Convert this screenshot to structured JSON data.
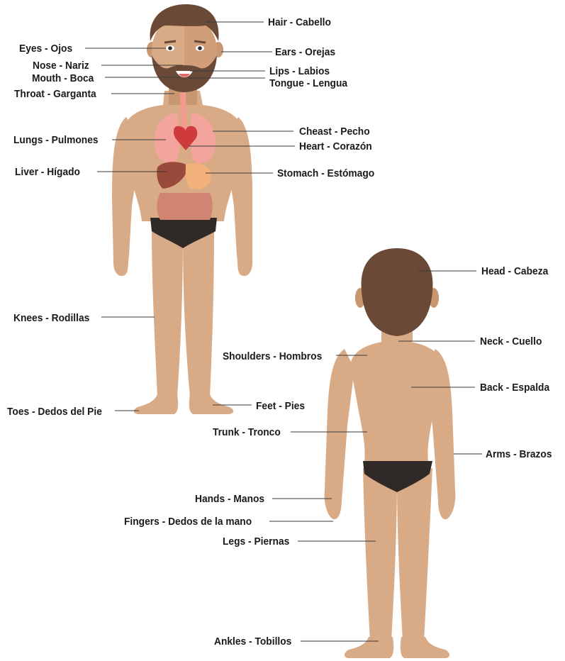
{
  "colors": {
    "skin": "#d9aa86",
    "skin_shade": "#c8966f",
    "hair": "#6a4a36",
    "underwear": "#2f2a28",
    "esophagus": "#f19a8f",
    "lungs": "#f5a3a0",
    "heart": "#cf3b3b",
    "liver": "#9a4a3a",
    "stomach": "#f2b07b",
    "intestine": "#d08572",
    "label": "#1a1a1a",
    "line": "#3a3a3a"
  },
  "labels": {
    "hair": "Hair - Cabello",
    "eyes": "Eyes -  Ojos",
    "ears": "Ears - Orejas",
    "nose": "Nose - Nariz",
    "lips": "Lips - Labios",
    "mouth": "Mouth - Boca",
    "tongue": "Tongue - Lengua",
    "throat": "Throat - Garganta",
    "cheast": "Cheast - Pecho",
    "lungs": "Lungs - Pulmones",
    "heart": "Heart - Corazón",
    "liver": "Liver - Hígado",
    "stomach": "Stomach - Estómago",
    "knees": "Knees - Rodillas",
    "toes": "Toes - Dedos del Pie",
    "feet": "Feet - Pies",
    "head": "Head - Cabeza",
    "neck": "Neck - Cuello",
    "shoulders": "Shoulders - Hombros",
    "back": "Back - Espalda",
    "trunk": "Trunk - Tronco",
    "arms": "Arms - Brazos",
    "hands": "Hands - Manos",
    "fingers": "Fingers - Dedos de la mano",
    "legs": "Legs - Piernas",
    "ankles": "Ankles - Tobillos"
  }
}
